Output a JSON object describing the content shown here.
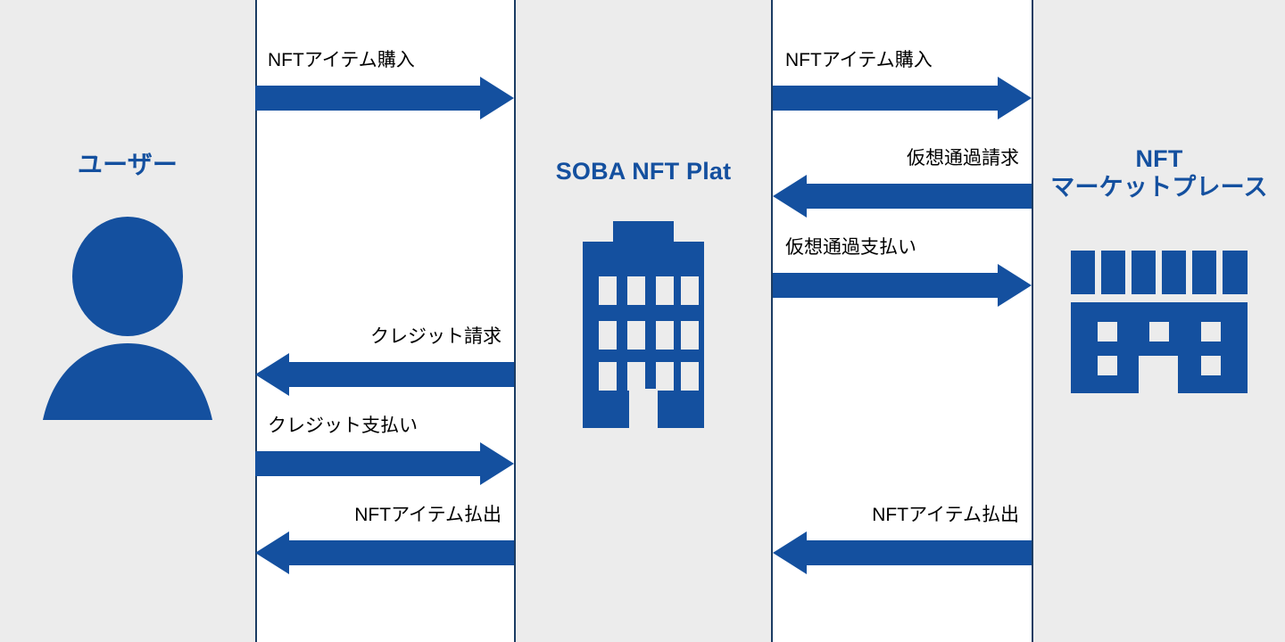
{
  "diagram": {
    "title": "SOBA NFT Plat purchase flow",
    "colors": {
      "accent_blue": "#14509F",
      "panel_background": "#ECECEC",
      "panel_border": "#1B3C63",
      "label_text": "#000000",
      "gap_background": "#FFFFFF"
    }
  },
  "panels": [
    {
      "id": "user",
      "title": "ユーザー",
      "icon": "person-icon"
    },
    {
      "id": "soba",
      "title": "SOBA NFT Plat",
      "icon": "office-building-icon"
    },
    {
      "id": "marketplace",
      "title": "NFT\nマーケットプレース",
      "icon": "storefront-icon"
    }
  ],
  "flows": {
    "left_gap": [
      {
        "label": "NFTアイテム購入",
        "direction": "right"
      },
      {
        "label": "クレジット請求",
        "direction": "left"
      },
      {
        "label": "クレジット支払い",
        "direction": "right"
      },
      {
        "label": "NFTアイテム払出",
        "direction": "left"
      }
    ],
    "right_gap": [
      {
        "label": "NFTアイテム購入",
        "direction": "right"
      },
      {
        "label": "仮想通過請求",
        "direction": "left"
      },
      {
        "label": "仮想通過支払い",
        "direction": "right"
      },
      {
        "label": "NFTアイテム払出",
        "direction": "left"
      }
    ]
  }
}
